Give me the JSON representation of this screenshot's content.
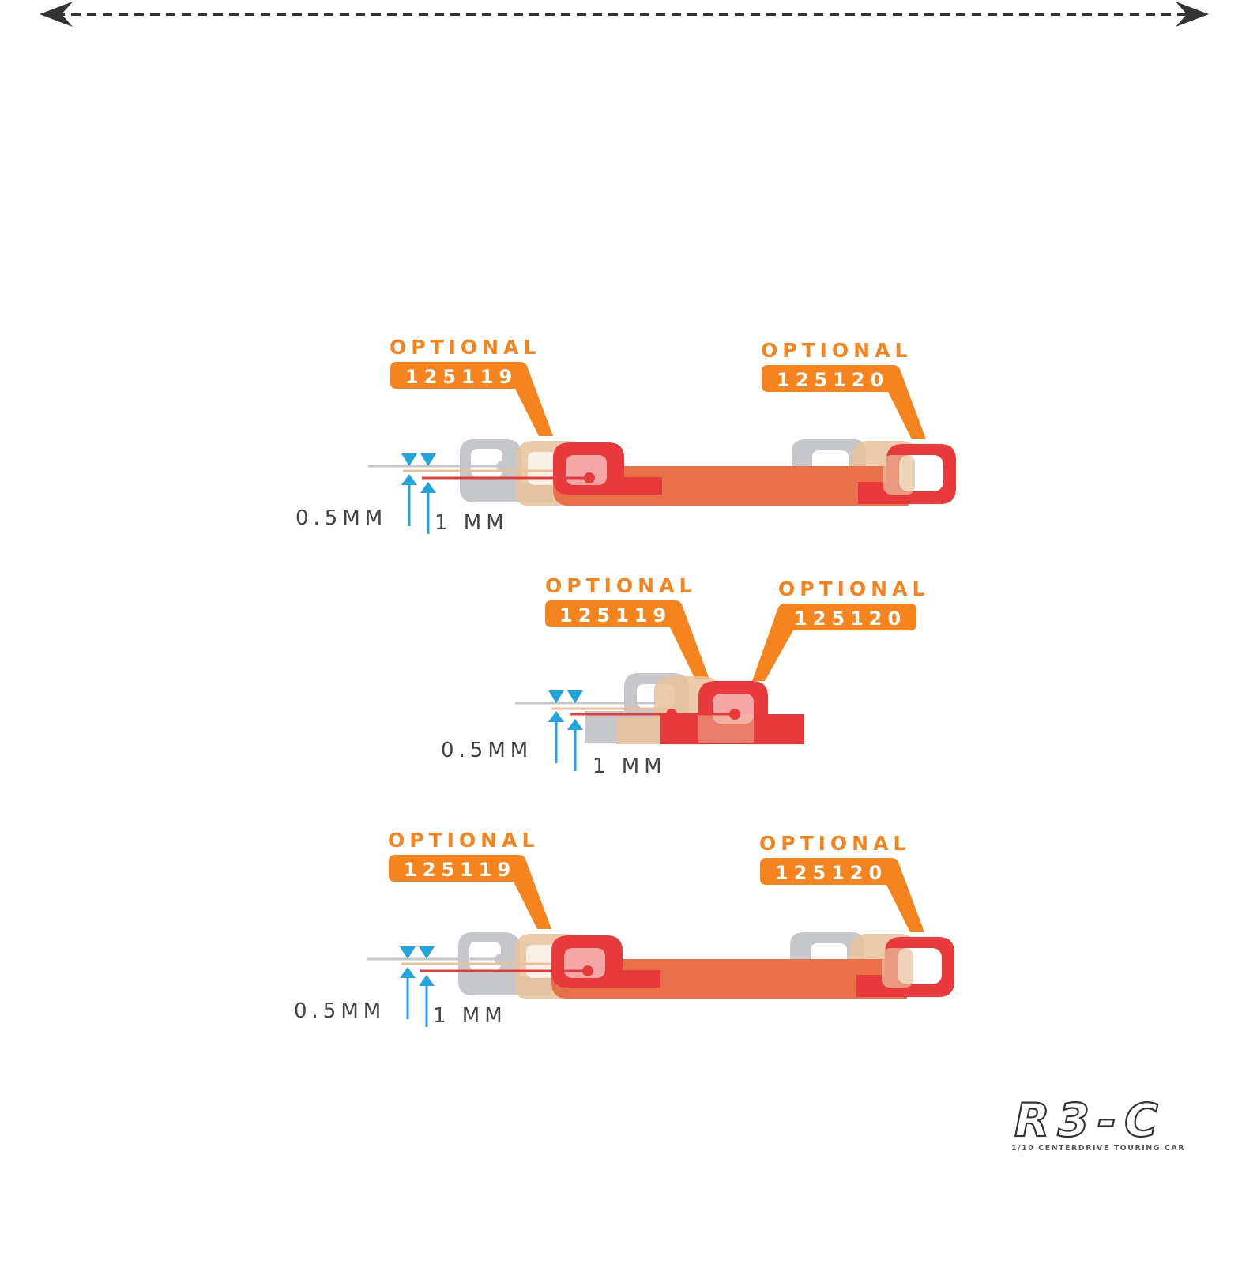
{
  "colors": {
    "accent_orange": "#f5841f",
    "red": "#e83a3a",
    "salmon": "#e9714a",
    "tan": "#e9c29c",
    "gray": "#c6c7cb",
    "blue": "#22a5dd",
    "arrow": "#333333"
  },
  "diagrams": [
    {
      "left_optional": "OPTIONAL",
      "left_part": "125119",
      "right_optional": "OPTIONAL",
      "right_part": "125120",
      "measure_small": "0.5MM",
      "measure_large": "1 MM"
    },
    {
      "left_optional": "OPTIONAL",
      "left_part": "125119",
      "right_optional": "OPTIONAL",
      "right_part": "125120",
      "measure_small": "0.5MM",
      "measure_large": "1 MM"
    },
    {
      "left_optional": "OPTIONAL",
      "left_part": "125119",
      "right_optional": "OPTIONAL",
      "right_part": "125120",
      "measure_small": "0.5MM",
      "measure_large": "1 MM"
    }
  ],
  "logo": {
    "title": "R3-C",
    "subtitle": "1/10 CENTERDRIVE TOURING CAR"
  }
}
